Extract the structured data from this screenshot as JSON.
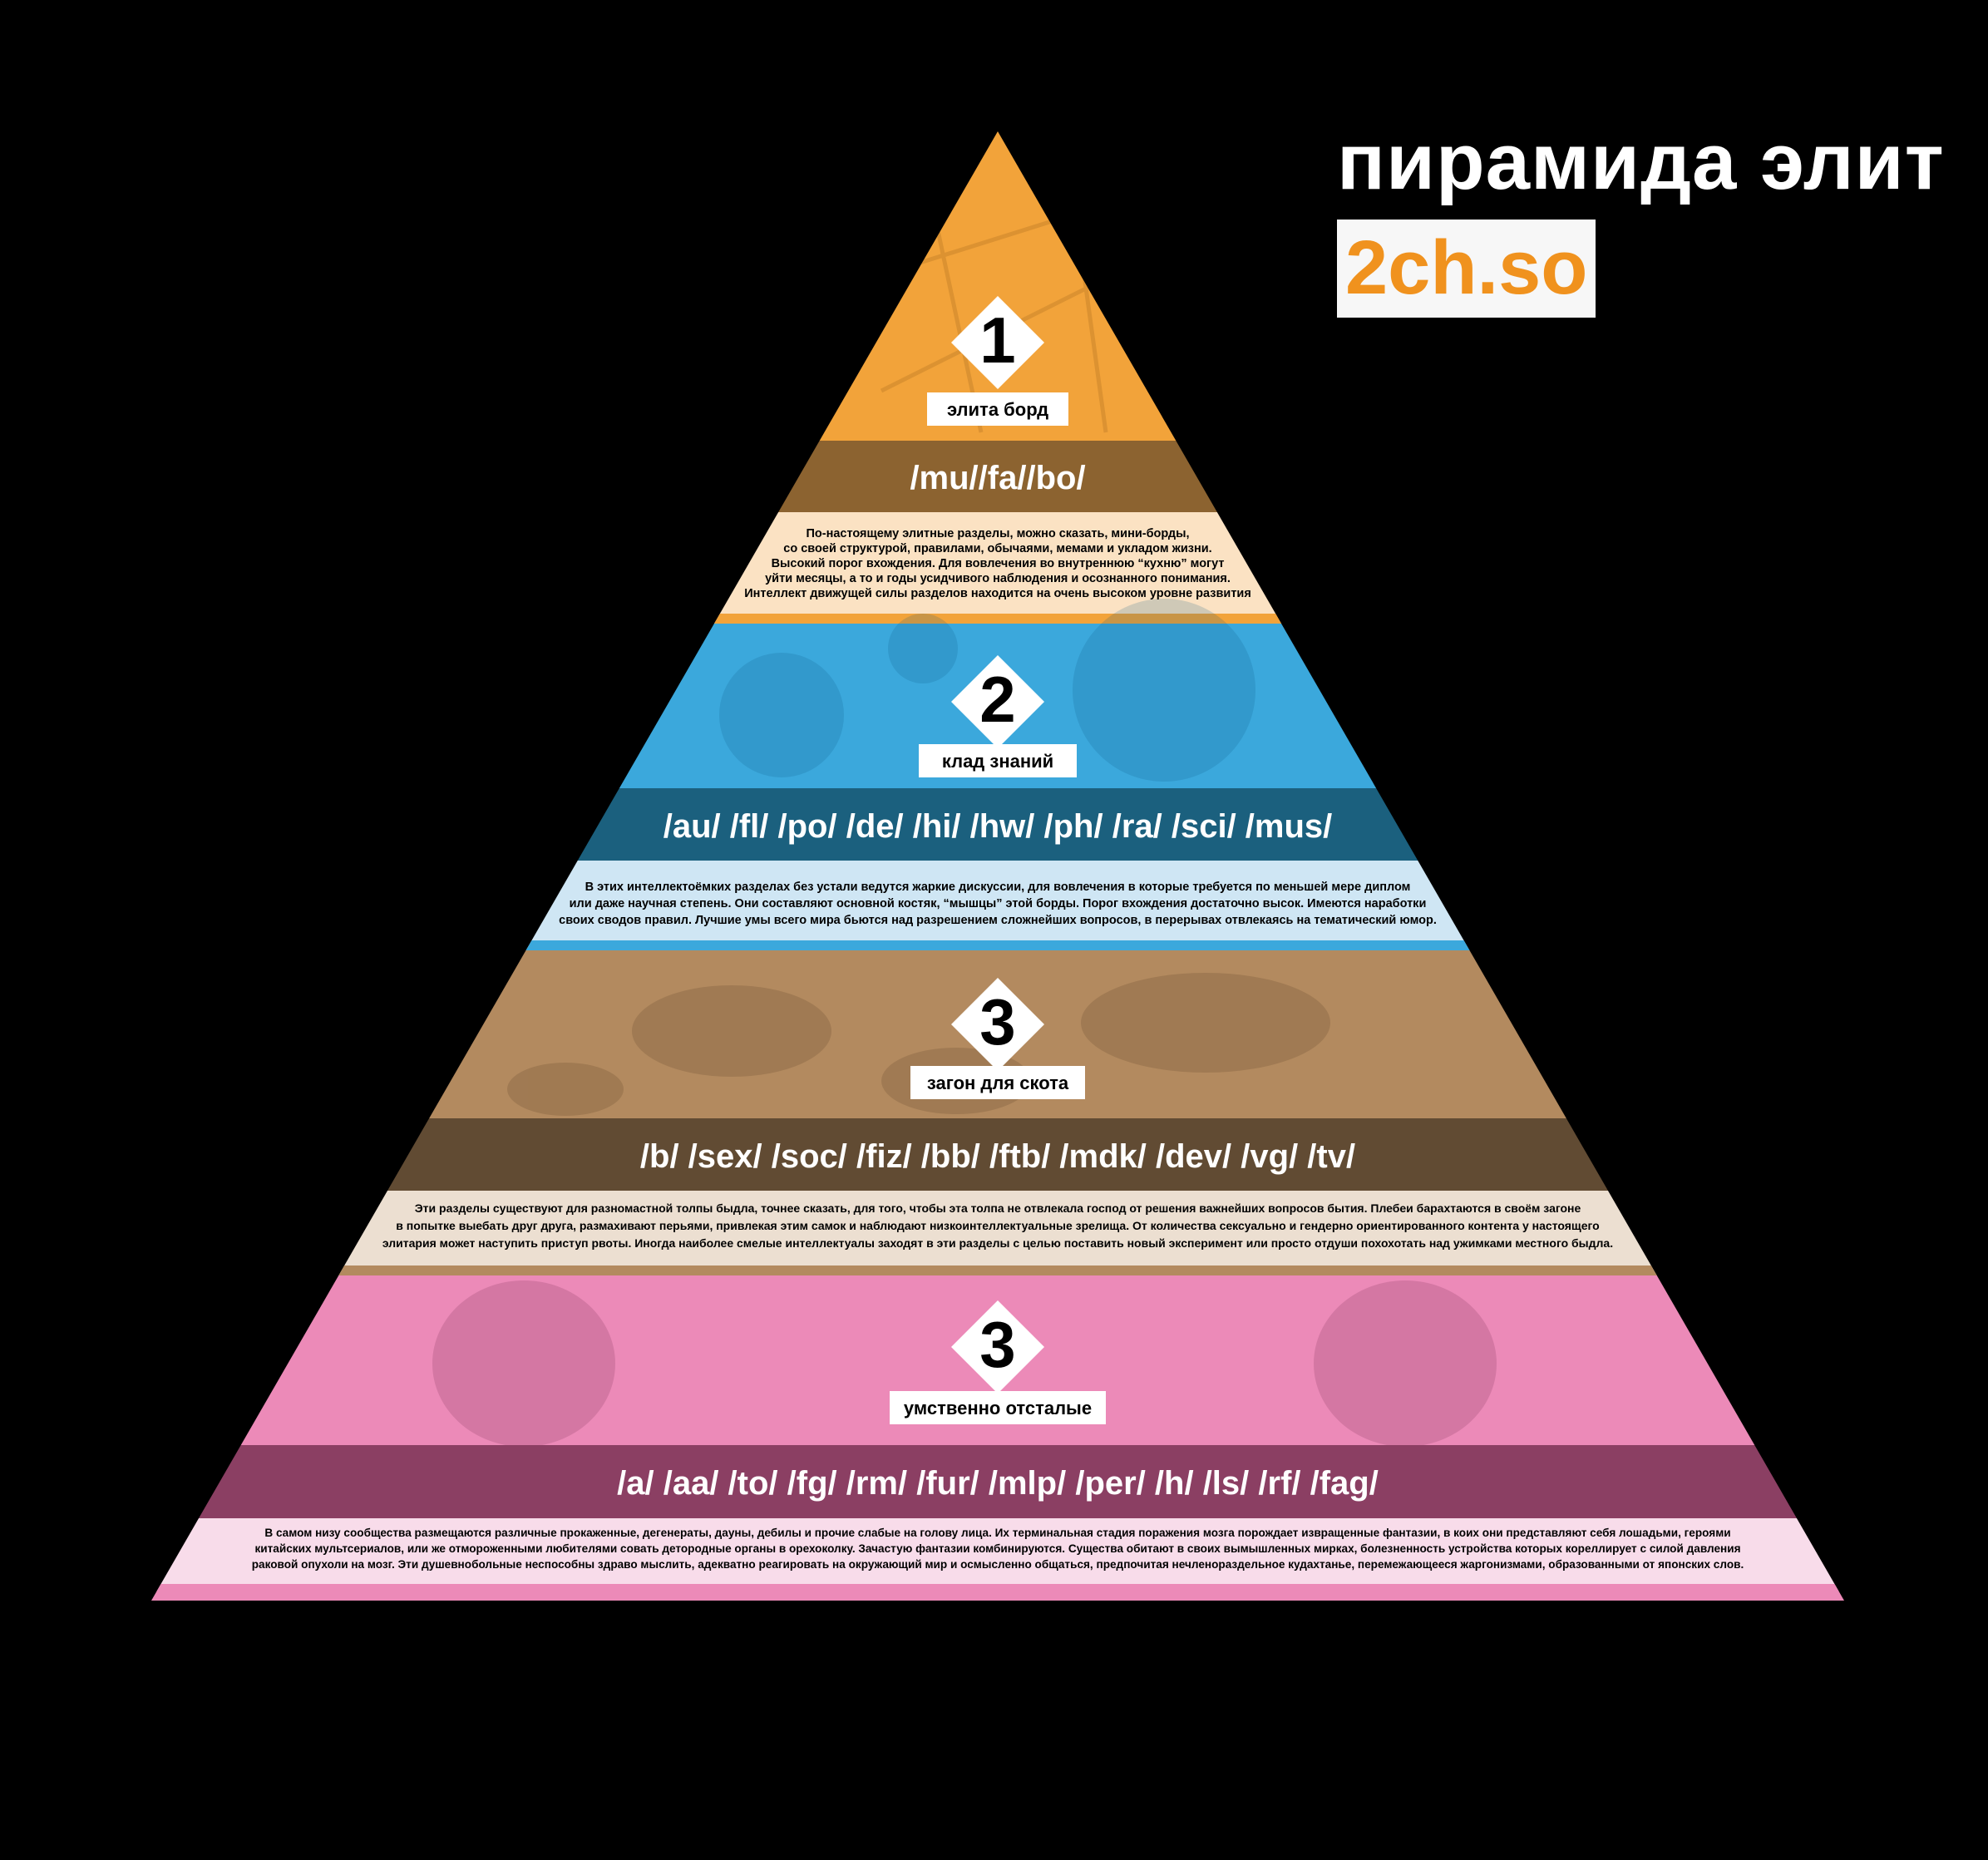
{
  "header": {
    "title": "пирамида элит",
    "site": "2ch.so"
  },
  "colors": {
    "background": "#000000",
    "tier1": "#f2a33a",
    "tier2": "#3ba8dc",
    "tier3": "#b38a5f",
    "tier4": "#ec8ab8",
    "site_accent": "#f0921e"
  },
  "tiers": [
    {
      "number": "1",
      "label": "элита борд",
      "boards": "/mu//fa//bo/",
      "description": [
        "По-настоящему элитные разделы, можно сказать, мини-борды,",
        "со своей структурой, правилами, обычаями, мемами и укладом жизни.",
        "Высокий порог вхождения. Для вовлечения во внутреннюю “кухню” могут",
        "уйти месяцы, а то и годы усидчивого наблюдения и осознанного понимания.",
        "Интеллект движущей силы разделов находится на очень высоком уровне развития"
      ]
    },
    {
      "number": "2",
      "label": "клад знаний",
      "boards": "/au/ /fl/ /po/ /de/ /hi/ /hw/ /ph/ /ra/ /sci/ /mus/",
      "description": [
        "В этих интеллектоёмких разделах без устали ведутся жаркие дискуссии, для вовлечения в которые требуется по меньшей мере диплом",
        "или даже научная степень. Они составляют основной костяк, “мышцы” этой борды. Порог вхождения достаточно высок. Имеются наработки",
        "своих сводов правил. Лучшие умы всего мира бьются над разрешением сложнейших вопросов, в перерывах отвлекаясь на тематический юмор."
      ]
    },
    {
      "number": "3",
      "label": "загон для скота",
      "boards": "/b/ /sex/ /soc/ /fiz/ /bb/ /ftb/ /mdk/ /dev/ /vg/ /tv/",
      "description": [
        "Эти разделы существуют для разномастной толпы быдла, точнее сказать, для того, чтобы эта толпа не отвлекала господ от решения важнейших вопросов бытия. Плебеи барахтаются в своём загоне",
        "в попытке выебать друг друга, размахивают перьями, привлекая этим самок и наблюдают низкоинтеллектуальные зрелища. От количества сексуально и гендерно ориентированного контента у настоящего",
        "элитария может наступить приступ рвоты. Иногда наиболее смелые интеллектуалы заходят в эти разделы с целью поставить новый эксперимент или просто отдуши похохотать над ужимками местного быдла."
      ]
    },
    {
      "number": "3",
      "label": "умственно отсталые",
      "boards": "/a/ /aa/ /to/ /fg/ /rm/ /fur/ /mlp/ /per/ /h/ /ls/ /rf/ /fag/",
      "description": [
        "В самом низу сообщества размещаются различные прокаженные, дегенераты, дауны, дебилы и прочие слабые на голову лица. Их терминальная стадия поражения мозга порождает извращенные фантазии, в коих они представляют себя лошадьми, героями",
        "китайских мультсериалов,  или же отмороженными любителями совать детородные органы в орехоколку. Зачастую фантазии комбинируются. Существа обитают в своих вымышленных мирках, болезненность устройства которых кореллирует с силой давления",
        "раковой опухоли на мозг. Эти душевнобольные неспособны здраво мыслить, адекватно реагировать на окружающий мир и осмысленно общаться, предпочитая нечленораздельное кудахтанье, перемежающееся жаргонизмами, образованными от японских слов."
      ]
    }
  ]
}
